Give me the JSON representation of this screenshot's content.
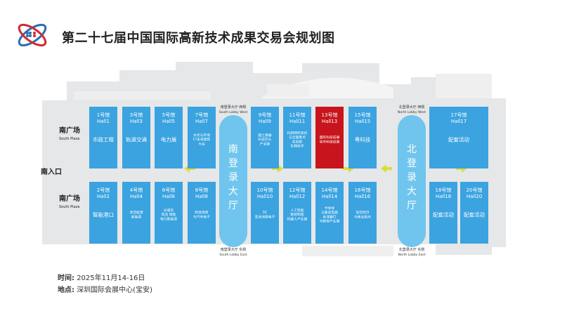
{
  "title": "第二十七届中国国际高新技术成果交易会规划图",
  "labels": {
    "south_plaza_top_cn": "南广场",
    "south_plaza_top_en": "South Plaza",
    "south_plaza_bottom_cn": "南广场",
    "south_plaza_bottom_en": "South Plaza",
    "south_entrance": "南入口"
  },
  "lobbies": {
    "south": {
      "name": "南登录大厅",
      "west_cn": "南登录大厅 西侧",
      "west_en": "South Lobby West",
      "east_cn": "南登录大厅 东侧",
      "east_en": "South Lobby East"
    },
    "north": {
      "name": "北登录大厅",
      "west_cn": "北登录大厅 西侧",
      "west_en": "North Lobby West",
      "east_cn": "北登录大厅 东侧",
      "east_en": "North Lobby East"
    }
  },
  "halls": [
    {
      "id": "h1",
      "cn": "1号馆",
      "en": "Hall1",
      "theme": [
        "市政工程"
      ],
      "color": "#3aa3e0"
    },
    {
      "id": "h3",
      "cn": "3号馆",
      "en": "Hall3",
      "theme": [
        "轨道交通"
      ],
      "color": "#3aa3e0"
    },
    {
      "id": "h5",
      "cn": "5号馆",
      "en": "Hall5",
      "theme": [
        "电力展"
      ],
      "color": "#3aa3e0"
    },
    {
      "id": "h7",
      "cn": "7号馆",
      "en": "Hall7",
      "theme": [
        "水务与环境",
        "C³未来建筑",
        "大会"
      ],
      "color": "#3aa3e0"
    },
    {
      "id": "h9",
      "cn": "9号馆",
      "en": "Hall9",
      "theme": [
        "国之重器",
        "科技巨头",
        "产业链"
      ],
      "color": "#3aa3e0"
    },
    {
      "id": "h11",
      "cn": "11号馆",
      "en": "Hall11",
      "theme": [
        "科研院所高校",
        "与全国重点",
        "实验室",
        "生物技术"
      ],
      "color": "#3aa3e0"
    },
    {
      "id": "h13",
      "cn": "13号馆",
      "en": "Hall13",
      "theme": [
        "国际科技成果",
        "省市科技成果"
      ],
      "color": "#c8141c"
    },
    {
      "id": "h15",
      "cn": "15号馆",
      "en": "Hall15",
      "theme": [
        "粤科技"
      ],
      "color": "#3aa3e0"
    },
    {
      "id": "h17",
      "cn": "17号馆",
      "en": "Hall17",
      "theme": [
        "配套活动"
      ],
      "color": "#3aa3e0"
    },
    {
      "id": "h2",
      "cn": "2号馆",
      "en": "Hall2",
      "theme": [
        "智能港口"
      ],
      "color": "#3aa3e0"
    },
    {
      "id": "h4",
      "cn": "4号馆",
      "en": "Hall4",
      "theme": [
        "清洁能源",
        "新能源"
      ],
      "color": "#3aa3e0"
    },
    {
      "id": "h6",
      "cn": "6号馆",
      "en": "Hall6",
      "theme": [
        "光储充",
        "电池  储能",
        "电力数能源"
      ],
      "color": "#3aa3e0"
    },
    {
      "id": "h8",
      "cn": "8号馆",
      "en": "Hall8",
      "theme": [
        "跨境电商",
        "与汽车电子"
      ],
      "color": "#3aa3e0"
    },
    {
      "id": "h10",
      "cn": "10号馆",
      "en": "Hall10",
      "theme": [
        "3C",
        "亚洲消费电子"
      ],
      "color": "#3aa3e0"
    },
    {
      "id": "h12",
      "cn": "12号馆",
      "en": "Hall12",
      "theme": [
        "人工智能",
        "数智制造",
        "机器人产业链"
      ],
      "color": "#3aa3e0"
    },
    {
      "id": "h14",
      "cn": "14号馆",
      "en": "Hall14",
      "theme": [
        "半导体",
        "与集成电路",
        "京津冀打",
        "与数智产业展"
      ],
      "color": "#3aa3e0"
    },
    {
      "id": "h16",
      "cn": "16号馆",
      "en": "Hall16",
      "theme": [
        "低空经济",
        "与商业航天"
      ],
      "color": "#3aa3e0"
    },
    {
      "id": "h18",
      "cn": "18号馆",
      "en": "Hall18",
      "theme": [
        "配套活动"
      ],
      "color": "#3aa3e0"
    },
    {
      "id": "h20",
      "cn": "20号馆",
      "en": "Hall20",
      "theme": [
        "配套活动"
      ],
      "color": "#3aa3e0"
    }
  ],
  "footer": {
    "time_label": "时间:",
    "time_value": "2025年11月14-16日",
    "place_label": "地点:",
    "place_value": "深圳国际会展中心(宝安)"
  },
  "colors": {
    "hall_blue": "#3aa3e0",
    "hall_red": "#c8141c",
    "lobby": "#6fc5ee",
    "arrow": "#d8de3a",
    "background_shape": "#e6e7e8"
  }
}
